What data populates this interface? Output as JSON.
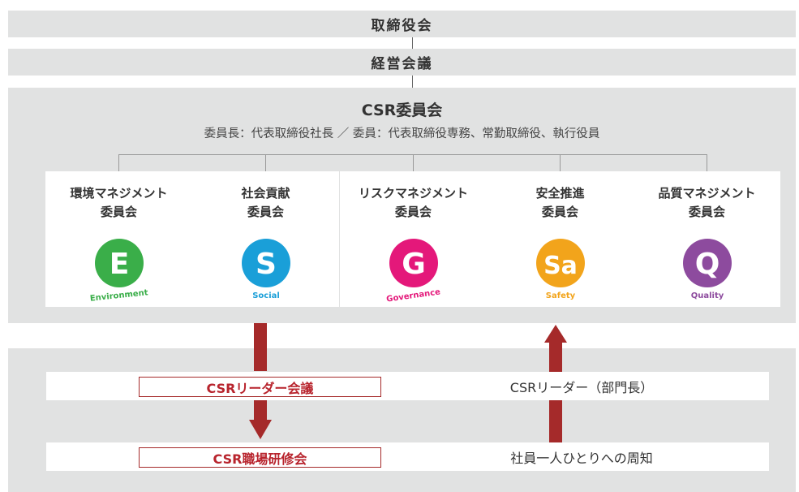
{
  "board": "取締役会",
  "management": "経営会議",
  "csr_committee": {
    "title": "CSR委員会",
    "members": "委員長：代表取締役社長 ／ 委員：代表取締役専務、常勤取締役、執行役員"
  },
  "committees": [
    {
      "name": "環境マネジメント\n委員会",
      "letter": "E",
      "label": "Environment",
      "color": "#3aae49"
    },
    {
      "name": "社会貢献\n委員会",
      "letter": "S",
      "label": "Social",
      "color": "#1a9fd8"
    },
    {
      "name": "リスクマネジメント\n委員会",
      "letter": "G",
      "label": "Governance",
      "color": "#e4187a"
    },
    {
      "name": "安全推進\n委員会",
      "letter": "Sa",
      "label": "Safety",
      "color": "#f2a41b"
    },
    {
      "name": "品質マネジメント\n委員会",
      "letter": "Q",
      "label": "Quality",
      "color": "#8d4b9e"
    }
  ],
  "leader_meeting": {
    "title": "CSRリーダー会議",
    "desc": "CSRリーダー（部門長）"
  },
  "workplace_training": {
    "title": "CSR職場研修会",
    "desc": "社員一人ひとりへの周知"
  },
  "colors": {
    "panel": "#e1e2e2",
    "arrow": "#a52a2a"
  }
}
